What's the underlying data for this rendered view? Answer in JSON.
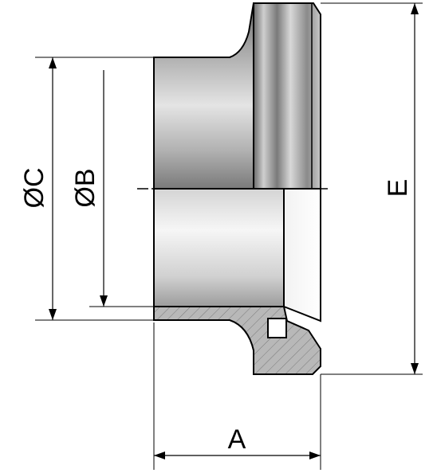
{
  "drawing": {
    "labels": {
      "dim_a": "A",
      "dim_b": "ØB",
      "dim_c": "ØC",
      "dim_e": "E"
    },
    "colors": {
      "line": "#000000",
      "metal_dark": "#5a5a5a",
      "metal_mid": "#9a9a9a",
      "metal_light": "#eeeeee",
      "section_fill": "#b8b8b8"
    }
  }
}
